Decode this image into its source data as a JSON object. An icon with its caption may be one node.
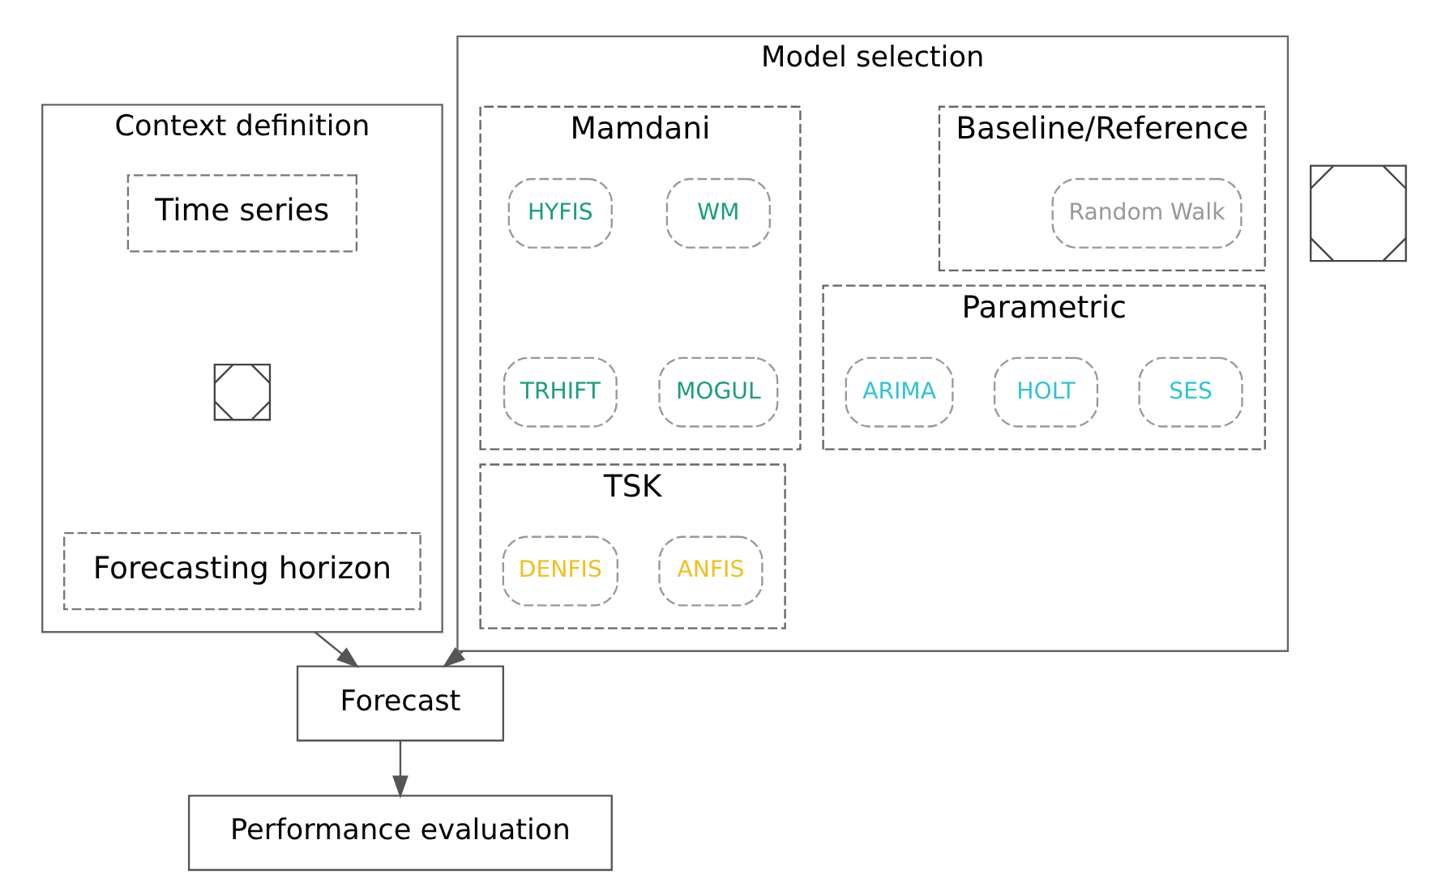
{
  "diagram": {
    "nodes": [
      {
        "text": [
          "Context definition"
        ]
      },
      {
        "text": [
          "Time series"
        ],
        "in": 0
      },
      {
        "text": [],
        "shape": "cross",
        "in": 0
      },
      {
        "text": [
          "Forecasting horizon"
        ],
        "in": 0
      },
      {
        "text": [],
        "shape": "cross"
      },
      {
        "text": [
          "Model selection"
        ]
      },
      {
        "text": [
          "Baseline/Reference"
        ],
        "in": 5
      },
      {
        "text": [
          "Random Walk"
        ],
        "in": 6
      },
      {
        "text": [
          "Mamdani"
        ],
        "in": 5
      },
      {
        "text": [
          "WM"
        ],
        "in": 8
      },
      {
        "text": [
          "HYFIS"
        ],
        "in": 8
      },
      {
        "text": [
          "MOGUL"
        ],
        "in": 8
      },
      {
        "text": [
          "TRHIFT"
        ],
        "in": 8
      },
      {
        "text": [
          "Parametric"
        ],
        "in": 5
      },
      {
        "text": [
          "SES"
        ],
        "in": 13
      },
      {
        "text": [
          "HOLT"
        ],
        "in": 13
      },
      {
        "text": [
          "ARIMA"
        ],
        "in": 13
      },
      {
        "text": [
          "TSK"
        ],
        "in": 5
      },
      {
        "text": [
          "ANFIS"
        ],
        "in": 17
      },
      {
        "text": [
          "DENFIS"
        ],
        "in": 17
      },
      {
        "text": [
          "Forecast"
        ]
      },
      {
        "text": [
          "Performance evaluation"
        ]
      }
    ],
    "edges": [
      {
        "from": 0,
        "to": 20,
        "arrow": "to"
      },
      {
        "from": 5,
        "to": 20,
        "arrow": "to"
      },
      {
        "from": 20,
        "to": 21,
        "arrow": "to"
      }
    ]
  }
}
